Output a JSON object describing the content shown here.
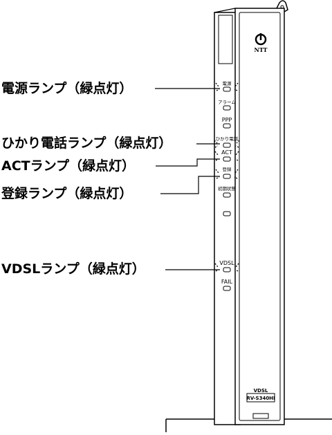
{
  "callouts": {
    "power": "電源ランプ（緑点灯）",
    "hikari": "ひかり電話ランプ（緑点灯）",
    "act": "ACTランプ（緑点灯）",
    "register": "登録ランプ（緑点灯）",
    "vdsl": "VDSLランプ（緑点灯）"
  },
  "device": {
    "brand": "NTT",
    "plate_line1": "VDSL",
    "plate_line2": "RV-S340HI",
    "leds": {
      "power": "電源",
      "alarm": "アラーム",
      "ppp": "PPP",
      "hikari": "ひかり電話",
      "act": "ACT",
      "register": "登録",
      "init": "初期状態",
      "vdsl": "VDSL",
      "fail": "FAIL"
    }
  },
  "colors": {
    "line": "#000000",
    "device_fill": "#ffffff",
    "led_fill": "#ffffff"
  }
}
